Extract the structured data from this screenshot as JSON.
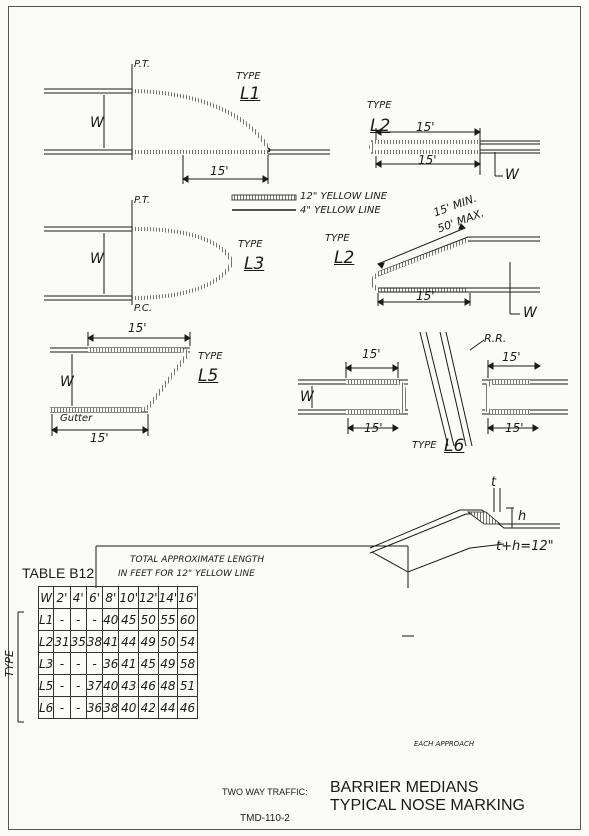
{
  "markers": {
    "pt": "P.T.",
    "pc": "P.C.",
    "rr": "R.R."
  },
  "labels": {
    "type": "TYPE",
    "w": "W",
    "l1": "L1",
    "l2": "L2",
    "l3": "L3",
    "l5": "L5",
    "l6": "L6",
    "d15": "15'",
    "d15min": "15' MIN.",
    "d50max": "50' MAX.",
    "gutter": "Gutter",
    "t": "t",
    "h": "h",
    "th": "t+h=12\""
  },
  "legend": {
    "thick": "12\" YELLOW LINE",
    "thin": "4\" YELLOW LINE"
  },
  "table": {
    "title": "TABLE B12",
    "caption_line1": "TOTAL APPROXIMATE LENGTH",
    "caption_line2": "IN FEET FOR 12\" YELLOW LINE",
    "side_label": "TYPE",
    "header": [
      "W",
      "2'",
      "4'",
      "6'",
      "8'",
      "10'",
      "12'",
      "14'",
      "16'"
    ],
    "rows": [
      {
        "type": "L1",
        "values": [
          "-",
          "-",
          "-",
          "40",
          "45",
          "50",
          "55",
          "60"
        ]
      },
      {
        "type": "L2",
        "values": [
          "31",
          "35",
          "38",
          "41",
          "44",
          "49",
          "50",
          "54"
        ]
      },
      {
        "type": "L3",
        "values": [
          "-",
          "-",
          "-",
          "36",
          "41",
          "45",
          "49",
          "58"
        ]
      },
      {
        "type": "L5",
        "values": [
          "-",
          "-",
          "37",
          "40",
          "43",
          "46",
          "48",
          "51"
        ]
      },
      {
        "type": "L6",
        "values": [
          "-",
          "-",
          "36",
          "38",
          "40",
          "42",
          "44",
          "46"
        ]
      }
    ],
    "each_approach": "EACH APPROACH"
  },
  "footer": {
    "traffic": "TWO WAY TRAFFIC:",
    "title_line1": "BARRIER MEDIANS",
    "title_line2": "TYPICAL NOSE MARKING",
    "drawing_no": "TMD-110-2"
  },
  "colors": {
    "ink": "#1a1a1a",
    "paper": "#fbfbf8"
  }
}
